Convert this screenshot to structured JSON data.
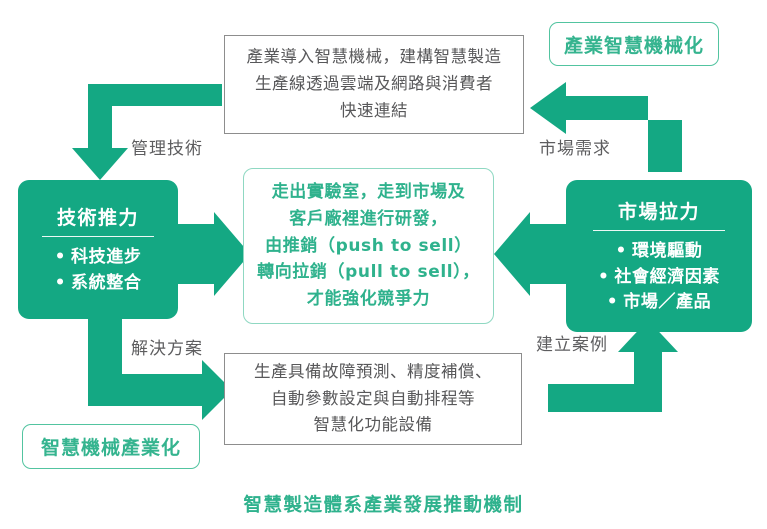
{
  "diagram": {
    "caption": "智慧製造體系產業發展推動機制",
    "accent_green": "#14a883",
    "mint_green": "#2fb28d",
    "grey_text": "#58585a",
    "tags": {
      "top_right": "產業智慧機械化",
      "bottom_left": "智慧機械產業化"
    },
    "boxes": {
      "top": "產業導入智慧機械，建構智慧製造\n生產線透過雲端及網路與消費者\n快速連結",
      "center": "走出實驗室，走到市場及\n客戶廠裡進行研發，\n由推銷（push to sell）\n轉向拉銷（pull to sell），\n才能強化競爭力",
      "bottom": "生產具備故障預測、精度補償、\n自動參數設定與自動排程等\n智慧化功能設備"
    },
    "left_panel": {
      "title": "技術推力",
      "items": [
        "科技進步",
        "系統整合"
      ]
    },
    "right_panel": {
      "title": "市場拉力",
      "items": [
        "環境驅動",
        "社會經濟因素",
        "市場／產品"
      ]
    },
    "connectors": {
      "top_left": "管理技術",
      "bottom_left": "解決方案",
      "top_right": "市場需求",
      "bottom_right": "建立案例"
    }
  }
}
